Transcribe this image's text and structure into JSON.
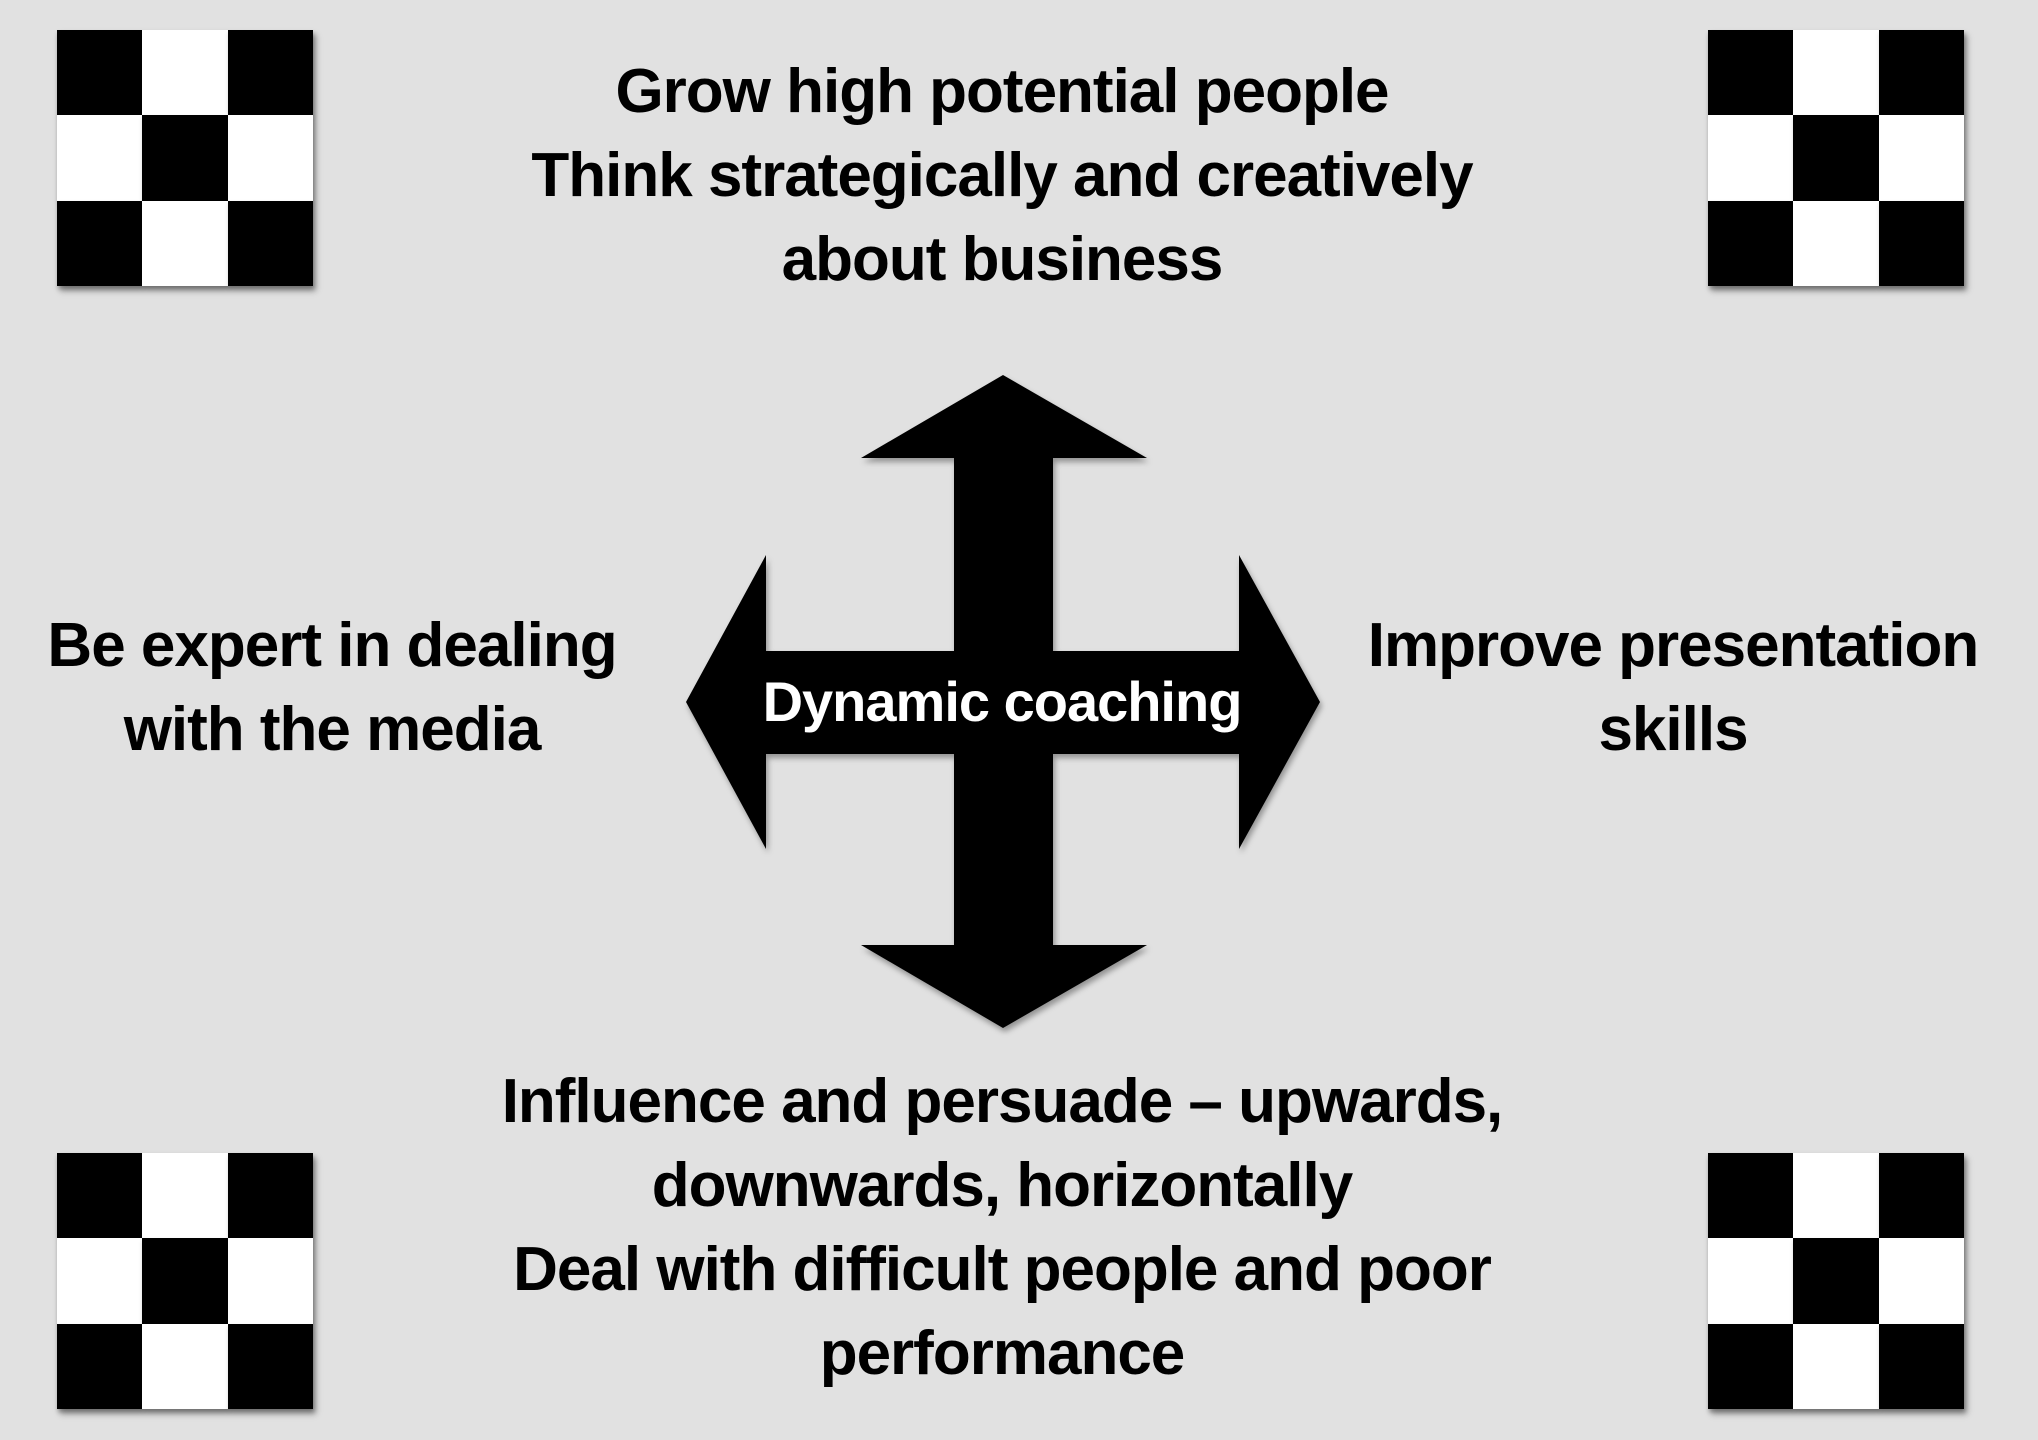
{
  "diagram": {
    "center": {
      "label": "Dynamic coaching",
      "shape": "four-way-arrow",
      "fill": "#000000",
      "text_color": "#ffffff"
    },
    "top": {
      "lines": [
        "Grow high potential people",
        "Think strategically and creatively",
        "about business"
      ]
    },
    "left": {
      "lines": [
        "Be expert in dealing",
        "with the media"
      ]
    },
    "right": {
      "lines": [
        "Improve presentation",
        "skills"
      ]
    },
    "bottom": {
      "lines": [
        "Influence and persuade – upwards,",
        "downwards, horizontally",
        "Deal with difficult people and poor",
        "performance"
      ]
    },
    "decorations": {
      "checkerboards": [
        "top-left",
        "top-right",
        "bottom-left",
        "bottom-right"
      ],
      "pattern": "3x3 black-white checker, black corners"
    },
    "colors": {
      "background": "#e1e1e1",
      "text": "#000000",
      "shape": "#000000"
    }
  }
}
